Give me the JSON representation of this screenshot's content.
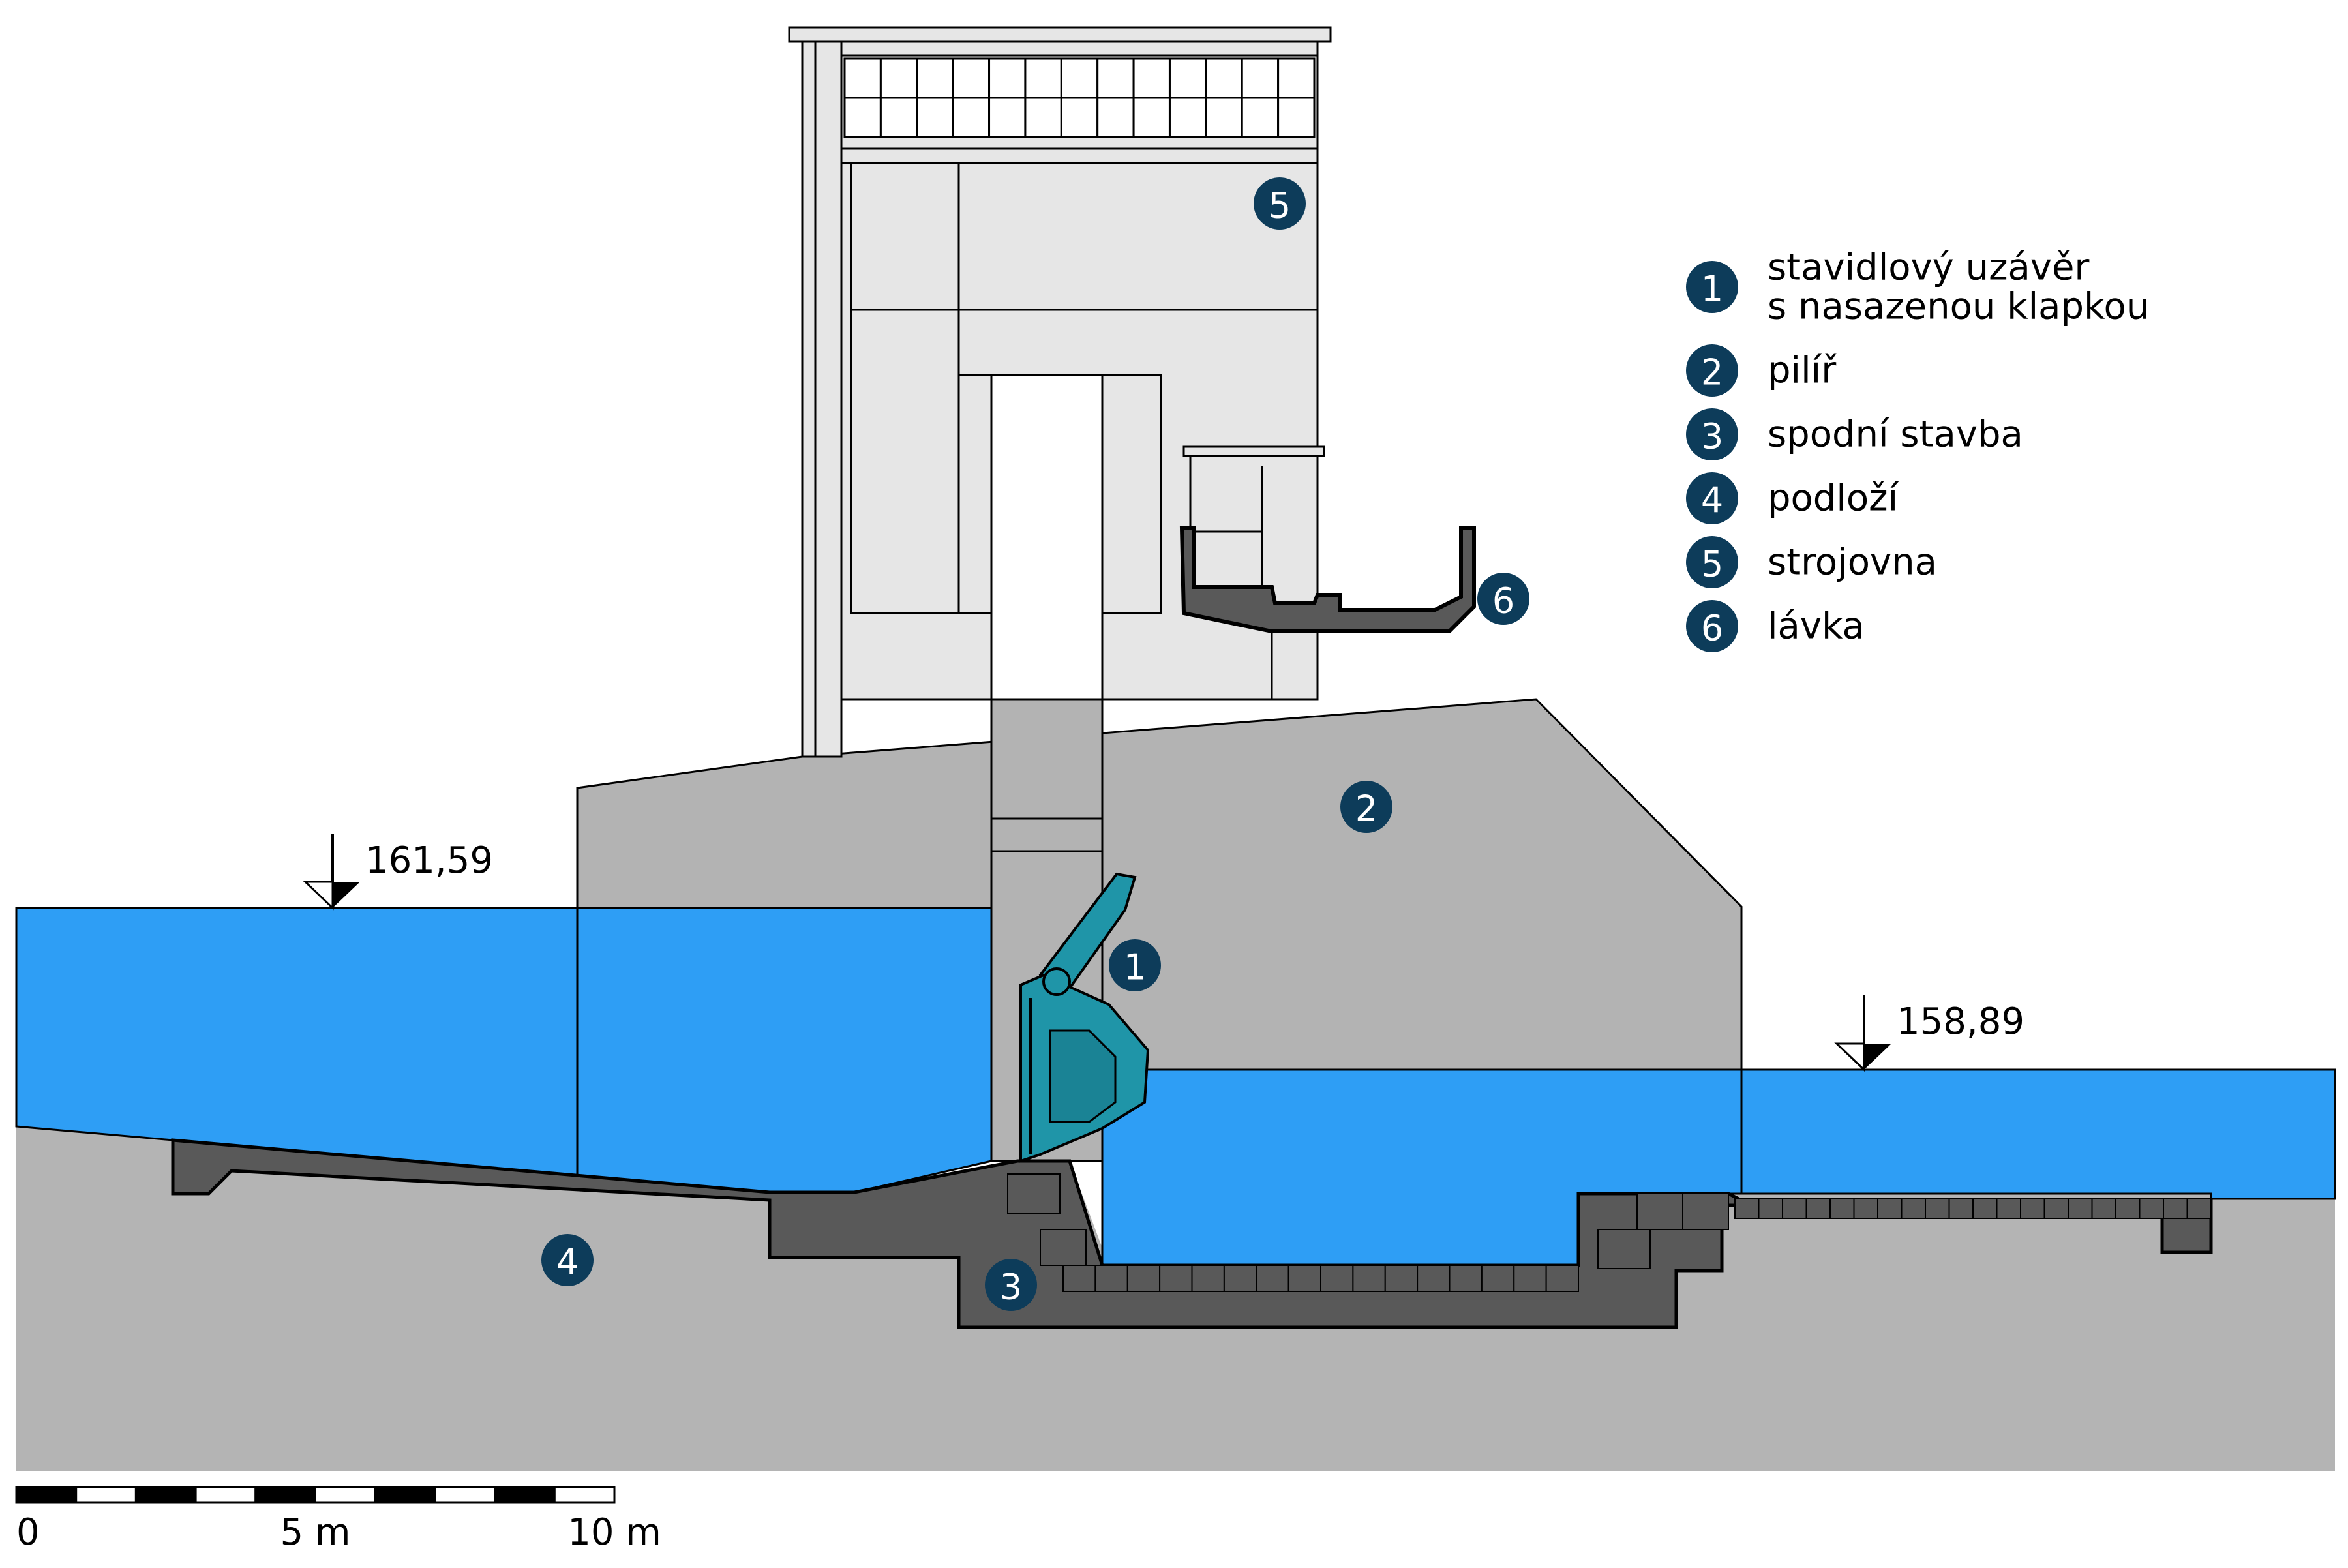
{
  "colors": {
    "water": "#2e9ef5",
    "ground": "#b4b4b4",
    "pier": "#b3b3b3",
    "building": "#e6e6e6",
    "substructure": "#595959",
    "gate": "#1f95a8",
    "badge": "#0d3c5a",
    "outline": "#000000"
  },
  "water_levels": {
    "upstream": "161,59",
    "downstream": "158,89"
  },
  "legend": {
    "items": [
      {
        "number": "1",
        "lines": [
          "stavidlový uzávěr",
          "s nasazenou klapkou"
        ]
      },
      {
        "number": "2",
        "lines": [
          "pilíř"
        ]
      },
      {
        "number": "3",
        "lines": [
          "spodní stavba"
        ]
      },
      {
        "number": "4",
        "lines": [
          "podloží"
        ]
      },
      {
        "number": "5",
        "lines": [
          "strojovna"
        ]
      },
      {
        "number": "6",
        "lines": [
          "lávka"
        ]
      }
    ]
  },
  "callouts": [
    "1",
    "2",
    "3",
    "4",
    "5",
    "6"
  ],
  "scale_bar": {
    "labels": [
      "0",
      "5 m",
      "10 m"
    ],
    "segments": 10
  }
}
